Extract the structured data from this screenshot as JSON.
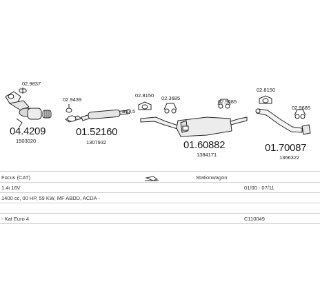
{
  "parts": [
    {
      "ref": "02.9837"
    },
    {
      "ref": "02.9439"
    },
    {
      "ref": "02.8150"
    },
    {
      "ref": "02.3685"
    },
    {
      "ref": "02.9685"
    },
    {
      "ref": "02.8150"
    },
    {
      "ref": "02.9685"
    }
  ],
  "diameter": "ø43,5",
  "main_parts": [
    {
      "code": "04.4209",
      "oem": "1503020"
    },
    {
      "code": "01.52160",
      "oem": "1307932"
    },
    {
      "code": "01.60882",
      "oem": "1384171"
    },
    {
      "code": "01.70087",
      "oem": "1366322"
    }
  ],
  "table": {
    "model": "Focus  (CAT)",
    "body_type": "Stationwagon",
    "engine": "1.4i 16V",
    "period": "01/00 - 07/11",
    "spec": "1400 cc, 00 HP, 59 KW, MF ABDD, ACDA -",
    "catalyst": "- Kat Euro 4",
    "code": "C110049"
  }
}
